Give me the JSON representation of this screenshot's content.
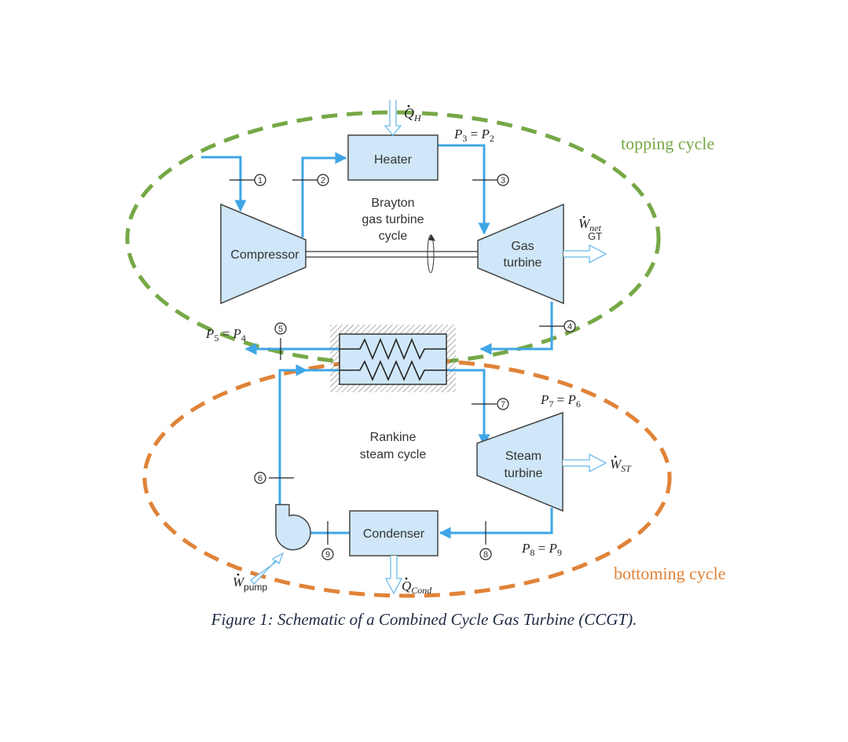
{
  "figure": {
    "caption": "Figure 1: Schematic of a Combined Cycle Gas Turbine (CCGT).",
    "colors": {
      "flow_line": "#3fa6e6",
      "component_fill": "#cfe7f8",
      "component_stroke": "#444444",
      "topping_cycle": "#76a846",
      "bottoming_cycle": "#e08338",
      "caption": "#1f2a44"
    }
  },
  "cycles": {
    "topping": {
      "label": "topping cycle",
      "name_line1": "Brayton",
      "name_line2": "gas turbine",
      "name_line3": "cycle"
    },
    "bottoming": {
      "label": "bottoming cycle",
      "name_line1": "Rankine",
      "name_line2": "steam cycle"
    }
  },
  "components": {
    "heater": "Heater",
    "compressor": "Compressor",
    "gas_turbine_line1": "Gas",
    "gas_turbine_line2": "turbine",
    "steam_turbine_line1": "Steam",
    "steam_turbine_line2": "turbine",
    "condenser": "Condenser"
  },
  "states": [
    "1",
    "2",
    "3",
    "4",
    "5",
    "6",
    "7",
    "8",
    "9"
  ],
  "pressure_relations": {
    "p3_p2": {
      "a": "P",
      "a_sub": "3",
      "eq": " = ",
      "b": "P",
      "b_sub": "2"
    },
    "p5_p4": {
      "a": "P",
      "a_sub": "5",
      "eq": " = ",
      "b": "P",
      "b_sub": "4"
    },
    "p7_p6": {
      "a": "P",
      "a_sub": "7",
      "eq": " = ",
      "b": "P",
      "b_sub": "6"
    },
    "p8_p9": {
      "a": "P",
      "a_sub": "8",
      "eq": " = ",
      "b": "P",
      "b_sub": "9"
    }
  },
  "energy_flows": {
    "q_h": {
      "symbol": "Q",
      "sub": "H"
    },
    "w_net_gt": {
      "symbol": "W",
      "sub": "net",
      "line2": "GT"
    },
    "w_st": {
      "symbol": "W",
      "sub": "ST"
    },
    "w_pump": {
      "symbol": "W",
      "sub": "pump"
    },
    "q_cond": {
      "symbol": "Q",
      "sub": "Cond"
    }
  }
}
